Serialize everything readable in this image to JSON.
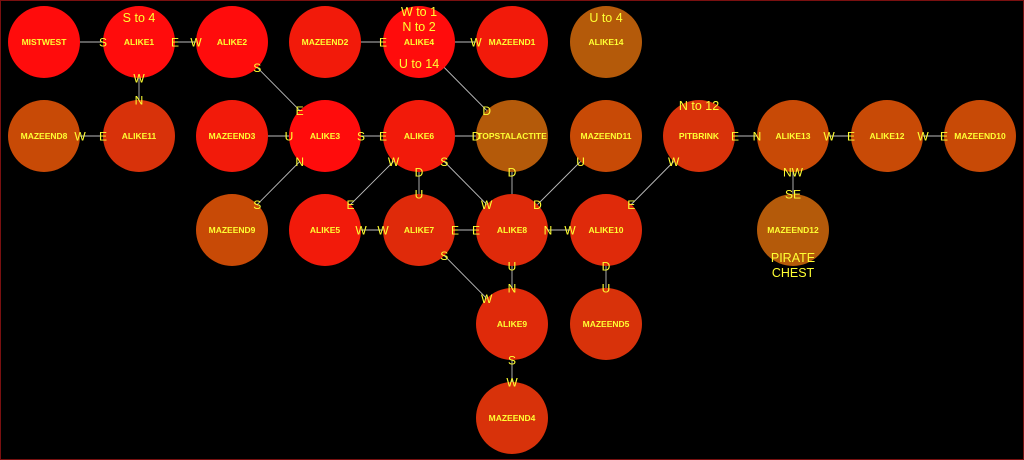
{
  "colors": {
    "background": "#000000",
    "edge": "#bdbdbd",
    "text": "#ffff33",
    "bright_red": "#ff0c0c",
    "red": "#f21a0a",
    "dark_red": "#df2a0a",
    "red_orange": "#d8320a",
    "orange": "#c84a06",
    "brown": "#b45a0a"
  },
  "nodes": [
    {
      "id": "MISTWEST",
      "label": "MISTWEST",
      "tone": "bright_red"
    },
    {
      "id": "ALIKE1",
      "label": "ALIKE1",
      "tone": "bright_red"
    },
    {
      "id": "ALIKE2",
      "label": "ALIKE2",
      "tone": "bright_red"
    },
    {
      "id": "MAZEEND2",
      "label": "MAZEEND2",
      "tone": "red"
    },
    {
      "id": "ALIKE4",
      "label": "ALIKE4",
      "tone": "bright_red"
    },
    {
      "id": "MAZEEND1",
      "label": "MAZEEND1",
      "tone": "red"
    },
    {
      "id": "ALIKE14",
      "label": "ALIKE14",
      "tone": "brown"
    },
    {
      "id": "MAZEEND8",
      "label": "MAZEEND8",
      "tone": "orange"
    },
    {
      "id": "ALIKE11",
      "label": "ALIKE11",
      "tone": "red_orange"
    },
    {
      "id": "MAZEEND3",
      "label": "MAZEEND3",
      "tone": "red"
    },
    {
      "id": "ALIKE3",
      "label": "ALIKE3",
      "tone": "bright_red"
    },
    {
      "id": "ALIKE6",
      "label": "ALIKE6",
      "tone": "red"
    },
    {
      "id": "TOPSTALACTITE",
      "label": "TOPSTALACTITE",
      "tone": "brown"
    },
    {
      "id": "MAZEEND11",
      "label": "MAZEEND11",
      "tone": "orange"
    },
    {
      "id": "PITBRINK",
      "label": "PITBRINK",
      "tone": "red_orange"
    },
    {
      "id": "ALIKE13",
      "label": "ALIKE13",
      "tone": "orange"
    },
    {
      "id": "ALIKE12",
      "label": "ALIKE12",
      "tone": "orange"
    },
    {
      "id": "MAZEEND10",
      "label": "MAZEEND10",
      "tone": "orange"
    },
    {
      "id": "MAZEEND9",
      "label": "MAZEEND9",
      "tone": "orange"
    },
    {
      "id": "ALIKE5",
      "label": "ALIKE5",
      "tone": "red"
    },
    {
      "id": "ALIKE7",
      "label": "ALIKE7",
      "tone": "dark_red"
    },
    {
      "id": "ALIKE8",
      "label": "ALIKE8",
      "tone": "dark_red"
    },
    {
      "id": "ALIKE10",
      "label": "ALIKE10",
      "tone": "dark_red"
    },
    {
      "id": "MAZEEND12",
      "label": "MAZEEND12",
      "tone": "brown"
    },
    {
      "id": "ALIKE9",
      "label": "ALIKE9",
      "tone": "dark_red"
    },
    {
      "id": "MAZEEND5",
      "label": "MAZEEND5",
      "tone": "red_orange"
    },
    {
      "id": "MAZEEND4",
      "label": "MAZEEND4",
      "tone": "red_orange"
    }
  ],
  "edges": [
    {
      "from": "MISTWEST",
      "to": "ALIKE1",
      "from_label": "",
      "to_label": "S"
    },
    {
      "from": "ALIKE1",
      "to": "ALIKE2",
      "from_label": "E",
      "to_label": "W"
    },
    {
      "from": "ALIKE1",
      "to": "ALIKE11",
      "from_label": "W",
      "to_label": "N"
    },
    {
      "from": "ALIKE2",
      "to": "ALIKE3",
      "from_label": "S",
      "to_label": "E"
    },
    {
      "from": "MAZEEND2",
      "to": "ALIKE4",
      "from_label": "",
      "to_label": "E"
    },
    {
      "from": "ALIKE4",
      "to": "MAZEEND1",
      "from_label": "",
      "to_label": "W"
    },
    {
      "from": "ALIKE4",
      "to": "TOPSTALACTITE",
      "from_label": "",
      "to_label": "D"
    },
    {
      "from": "MAZEEND8",
      "to": "ALIKE11",
      "from_label": "W",
      "to_label": "E"
    },
    {
      "from": "MAZEEND3",
      "to": "ALIKE3",
      "from_label": "",
      "to_label": "U"
    },
    {
      "from": "ALIKE3",
      "to": "ALIKE6",
      "from_label": "S",
      "to_label": "E"
    },
    {
      "from": "ALIKE3",
      "to": "MAZEEND9",
      "from_label": "N",
      "to_label": "S"
    },
    {
      "from": "ALIKE6",
      "to": "TOPSTALACTITE",
      "from_label": "",
      "to_label": "D"
    },
    {
      "from": "ALIKE6",
      "to": "ALIKE5",
      "from_label": "W",
      "to_label": "E"
    },
    {
      "from": "ALIKE6",
      "to": "ALIKE7",
      "from_label": "D",
      "to_label": "U"
    },
    {
      "from": "ALIKE6",
      "to": "ALIKE8",
      "from_label": "S",
      "to_label": "W"
    },
    {
      "from": "TOPSTALACTITE",
      "to": "ALIKE8",
      "from_label": "D",
      "to_label": ""
    },
    {
      "from": "MAZEEND11",
      "to": "ALIKE8",
      "from_label": "U",
      "to_label": "D"
    },
    {
      "from": "PITBRINK",
      "to": "ALIKE13",
      "from_label": "E",
      "to_label": "N"
    },
    {
      "from": "PITBRINK",
      "to": "ALIKE10",
      "from_label": "W",
      "to_label": "E"
    },
    {
      "from": "ALIKE13",
      "to": "ALIKE12",
      "from_label": "W",
      "to_label": "E"
    },
    {
      "from": "ALIKE12",
      "to": "MAZEEND10",
      "from_label": "W",
      "to_label": "E"
    },
    {
      "from": "ALIKE13",
      "to": "MAZEEND12",
      "from_label": "NW",
      "to_label": "SE"
    },
    {
      "from": "ALIKE5",
      "to": "ALIKE7",
      "from_label": "W",
      "to_label": "W"
    },
    {
      "from": "ALIKE7",
      "to": "ALIKE8",
      "from_label": "E",
      "to_label": "E"
    },
    {
      "from": "ALIKE7",
      "to": "ALIKE9",
      "from_label": "S",
      "to_label": "W"
    },
    {
      "from": "ALIKE8",
      "to": "ALIKE10",
      "from_label": "N",
      "to_label": "W"
    },
    {
      "from": "ALIKE8",
      "to": "ALIKE9",
      "from_label": "U",
      "to_label": "N"
    },
    {
      "from": "ALIKE10",
      "to": "MAZEEND5",
      "from_label": "D",
      "to_label": "U"
    },
    {
      "from": "ALIKE9",
      "to": "MAZEEND4",
      "from_label": "S",
      "to_label": "W"
    }
  ],
  "notes": [
    {
      "node": "ALIKE1",
      "lines": [
        "S to 4"
      ]
    },
    {
      "node": "ALIKE4",
      "lines": [
        "W to 1",
        "N to 2"
      ]
    },
    {
      "node": "ALIKE4",
      "lines": [
        "U to 14"
      ]
    },
    {
      "node": "ALIKE14",
      "lines": [
        "U to 4"
      ]
    },
    {
      "node": "PITBRINK",
      "lines": [
        "N to 12"
      ]
    },
    {
      "node": "MAZEEND12",
      "lines": [
        "PIRATE",
        "CHEST"
      ]
    }
  ]
}
